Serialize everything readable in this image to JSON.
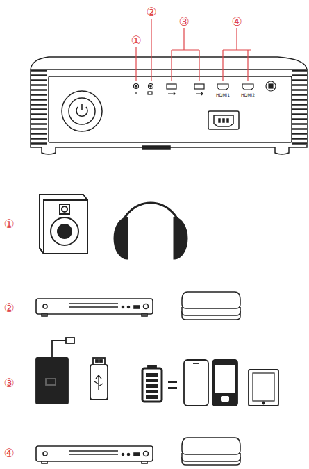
{
  "diagram": {
    "labels": [
      "①",
      "②",
      "③",
      "④",
      "HDMI1",
      "HDMI2",
      "①",
      "②",
      "③",
      "④"
    ]
  }
}
